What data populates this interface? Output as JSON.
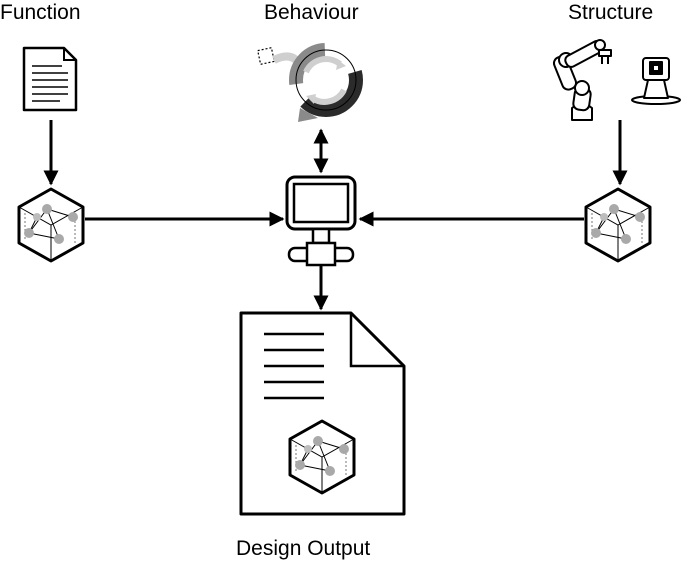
{
  "labels": {
    "function": "Function",
    "behaviour": "Behaviour",
    "structure": "Structure",
    "output": "Design Output"
  },
  "icons": {
    "function": "document-icon",
    "behaviour": "cycle-arrows-icon",
    "structure": "robot-arm-icon",
    "structure_secondary": "robot-gripper-icon",
    "function_graph": "cube-graph-icon",
    "structure_graph": "cube-graph-icon",
    "computer": "computer-icon",
    "output_document": "document-icon",
    "output_graph": "cube-graph-icon"
  },
  "colors": {
    "stroke": "#000000",
    "node": "#a9a9a9",
    "cycle_dark": "#2b2b2b",
    "cycle_mid": "#8a8a8a",
    "cycle_light": "#cfcfcf"
  }
}
